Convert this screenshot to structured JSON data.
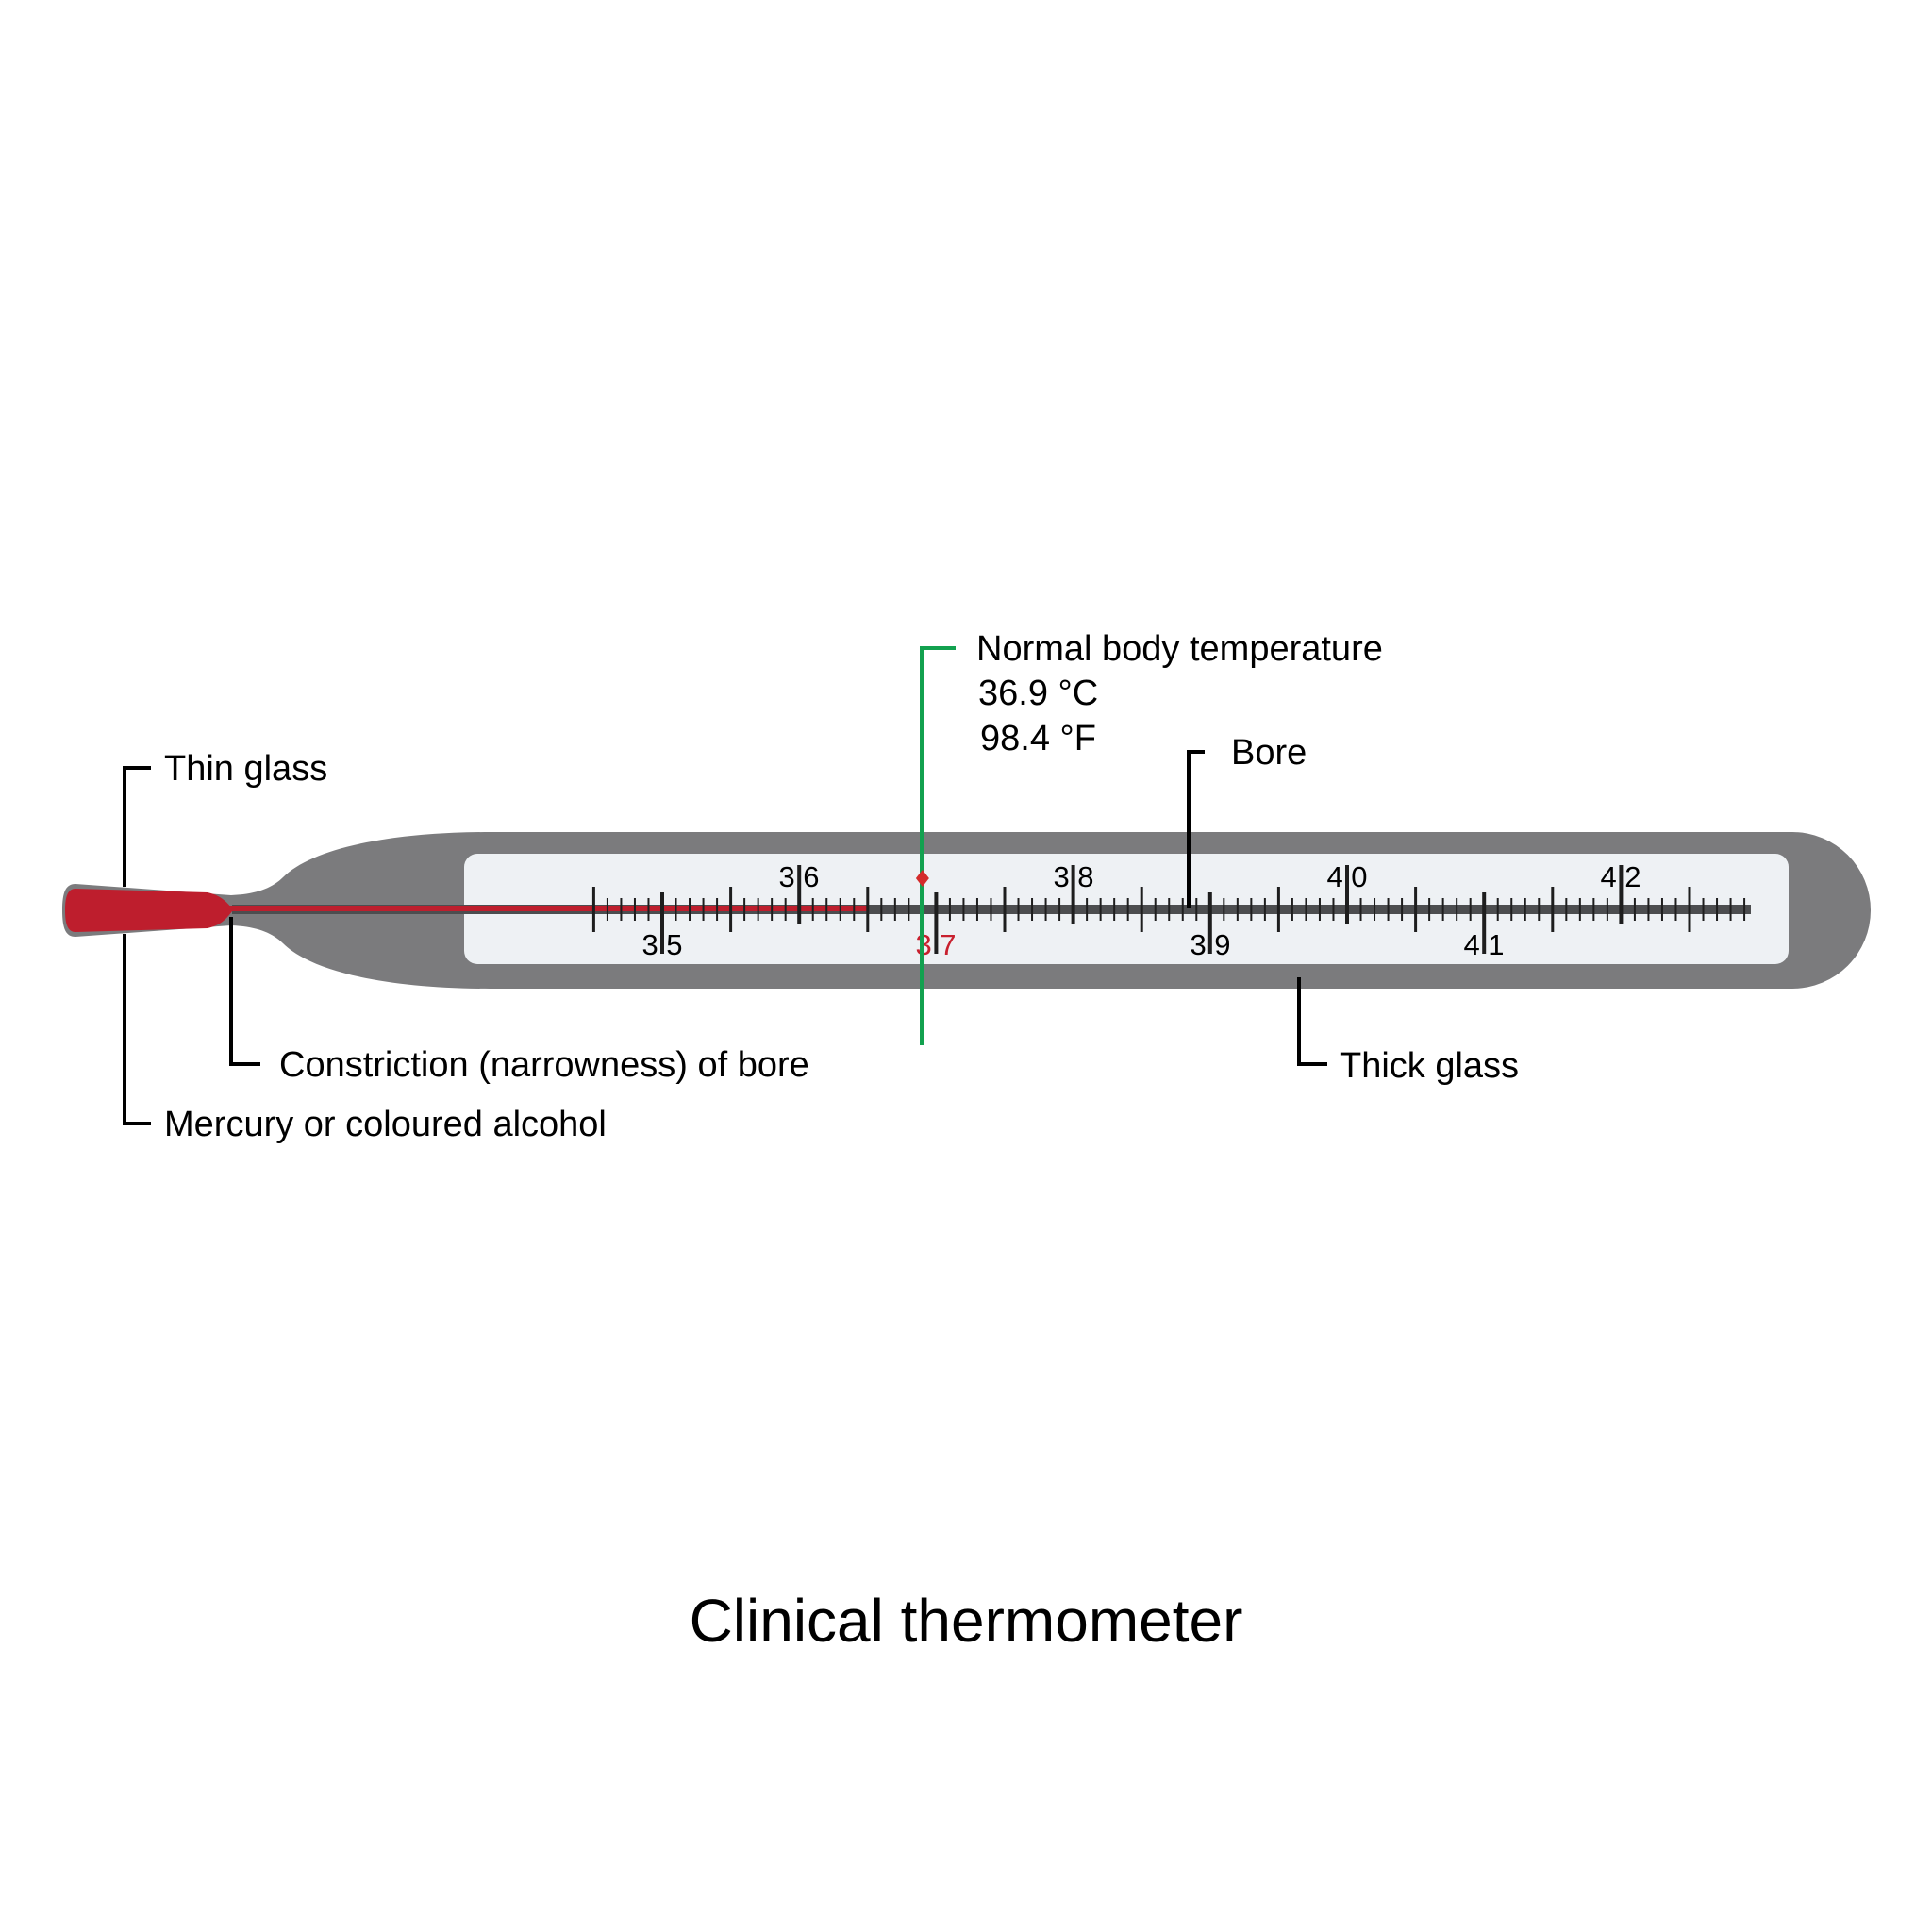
{
  "title": "Clinical thermometer",
  "labels": {
    "thin_glass": "Thin glass",
    "mercury": "Mercury or coloured alcohol",
    "constriction": "Constriction (narrowness) of bore",
    "normal_temp_title": "Normal body temperature",
    "normal_temp_c": "36.9 °C",
    "normal_temp_f": "98.4 °F",
    "bore": "Bore",
    "thick_glass": "Thick glass"
  },
  "scale": {
    "numbers_top": [
      "3 6",
      "3 8",
      "4 0",
      "4 2"
    ],
    "numbers_bottom": [
      "3 5",
      "3 7",
      "3 9",
      "4 1"
    ],
    "min": 34.5,
    "max": 42.9,
    "minor_step": 0.1
  },
  "reading": {
    "mercury_level_celsius": 36.5,
    "normal_mark_celsius": 36.9
  },
  "colors": {
    "glass": "#7b7b7d",
    "scale_panel": "#eef1f4",
    "mercury": "#be1e2d",
    "normal_line": "#12a14f",
    "highlight_number": "#c8202e"
  }
}
